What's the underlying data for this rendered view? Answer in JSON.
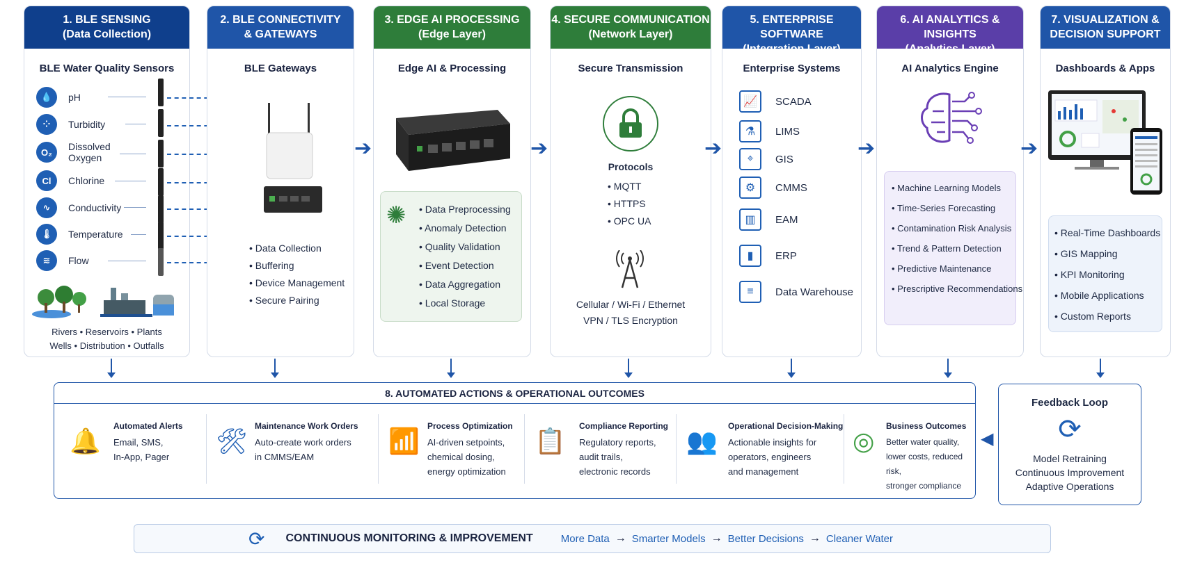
{
  "columns": [
    {
      "title": "1. BLE SENSING",
      "subtitle": "(Data Collection)",
      "heading": "BLE Water Quality Sensors"
    },
    {
      "title": "2. BLE CONNECTIVITY",
      "subtitle": "& GATEWAYS",
      "heading": "BLE Gateways"
    },
    {
      "title": "3. EDGE AI PROCESSING",
      "subtitle": "(Edge Layer)",
      "heading": "Edge AI & Processing"
    },
    {
      "title": "4. SECURE COMMUNICATION",
      "subtitle": "(Network Layer)",
      "heading": "Secure Transmission"
    },
    {
      "title": "5. ENTERPRISE SOFTWARE",
      "subtitle": "(Integration Layer)",
      "heading": "Enterprise Systems"
    },
    {
      "title": "6. AI ANALYTICS & INSIGHTS",
      "subtitle": "(Analytics Layer)",
      "heading": "AI Analytics Engine"
    },
    {
      "title": "7. VISUALIZATION &",
      "subtitle": "DECISION SUPPORT",
      "heading": "Dashboards & Apps"
    }
  ],
  "sensors": [
    {
      "label": "pH",
      "icon": "droplet-icon"
    },
    {
      "label": "Turbidity",
      "icon": "particles-icon"
    },
    {
      "label": "Dissolved Oxygen",
      "icon": "o2-icon"
    },
    {
      "label": "Chlorine",
      "icon": "cl-icon"
    },
    {
      "label": "Conductivity",
      "icon": "waveform-icon"
    },
    {
      "label": "Temperature",
      "icon": "thermometer-icon"
    },
    {
      "label": "Flow",
      "icon": "waves-icon"
    }
  ],
  "sensor_glyphs": {
    "ph": "💧",
    "turbidity": "⁘",
    "oxygen": "O₂",
    "chlorine": "Cl",
    "conductivity": "∿",
    "temperature": "🌡",
    "flow": "≋"
  },
  "locations": {
    "line1": "Rivers  •  Reservoirs  •  Plants",
    "line2": "Wells  •  Distribution  •  Outfalls"
  },
  "gateway_tasks": [
    "Data Collection",
    "Buffering",
    "Device Management",
    "Secure Pairing"
  ],
  "edge_tasks": [
    "Data Preprocessing",
    "Anomaly Detection",
    "Quality Validation",
    "Event Detection",
    "Data Aggregation",
    "Local Storage"
  ],
  "protocols": {
    "title": "Protocols",
    "items": [
      "MQTT",
      "HTTPS",
      "OPC UA"
    ]
  },
  "network": {
    "line1": "Cellular / Wi-Fi / Ethernet",
    "line2": "VPN / TLS Encryption"
  },
  "enterprise": [
    {
      "label": "SCADA",
      "icon": "monitor-chart-icon",
      "glyph": "📈"
    },
    {
      "label": "LIMS",
      "icon": "flask-icon",
      "glyph": "⚗"
    },
    {
      "label": "GIS",
      "icon": "map-pin-icon",
      "glyph": "⌖"
    },
    {
      "label": "CMMS",
      "icon": "gear-icon",
      "glyph": "⚙"
    },
    {
      "label": "EAM",
      "icon": "building-icon",
      "glyph": "▥"
    },
    {
      "label": "ERP",
      "icon": "bar-chart-icon",
      "glyph": "▮"
    },
    {
      "label": "Data Warehouse",
      "icon": "database-icon",
      "glyph": "≡"
    }
  ],
  "analytics": [
    "Machine Learning Models",
    "Time-Series Forecasting",
    "Contamination Risk Analysis",
    "Trend & Pattern Detection",
    "Predictive Maintenance",
    "Prescriptive Recommendations"
  ],
  "dashboards": [
    "Real-Time Dashboards",
    "GIS Mapping",
    "KPI Monitoring",
    "Mobile Applications",
    "Custom Reports"
  ],
  "actions": {
    "title": "8. AUTOMATED ACTIONS & OPERATIONAL OUTCOMES",
    "items": [
      {
        "title": "Automated Alerts",
        "lines": [
          "Email, SMS,",
          "In-App, Pager"
        ],
        "icon": "bell-icon",
        "glyph": "🔔"
      },
      {
        "title": "Maintenance Work Orders",
        "lines": [
          "Auto-create work orders",
          "in CMMS/EAM"
        ],
        "icon": "tools-icon",
        "glyph": "🛠"
      },
      {
        "title": "Process Optimization",
        "lines": [
          "AI-driven setpoints,",
          "chemical dosing,",
          "energy optimization"
        ],
        "icon": "trend-up-icon",
        "glyph": "📶"
      },
      {
        "title": "Compliance Reporting",
        "lines": [
          "Regulatory reports,",
          "audit trails,",
          "electronic records"
        ],
        "icon": "checklist-icon",
        "glyph": "📋"
      },
      {
        "title": "Operational Decision-Making",
        "lines": [
          "Actionable insights for",
          "operators, engineers",
          "and management"
        ],
        "icon": "team-icon",
        "glyph": "👥"
      },
      {
        "title": "Business Outcomes",
        "lines": [
          "Better water quality,",
          "lower costs, reduced risk,",
          "stronger compliance"
        ],
        "icon": "target-icon",
        "glyph": "◎"
      }
    ]
  },
  "feedback": {
    "title": "Feedback Loop",
    "lines": [
      "Model Retraining",
      "Continuous Improvement",
      "Adaptive Operations"
    ]
  },
  "footer": {
    "title": "CONTINUOUS MONITORING & IMPROVEMENT",
    "flow": [
      "More Data",
      "Smarter Models",
      "Better Decisions",
      "Cleaner Water"
    ]
  },
  "colors": {
    "primary": "#1f55a8",
    "green": "#2e7d3a",
    "purple": "#5a3ea8",
    "alert_red": "#e53935"
  }
}
